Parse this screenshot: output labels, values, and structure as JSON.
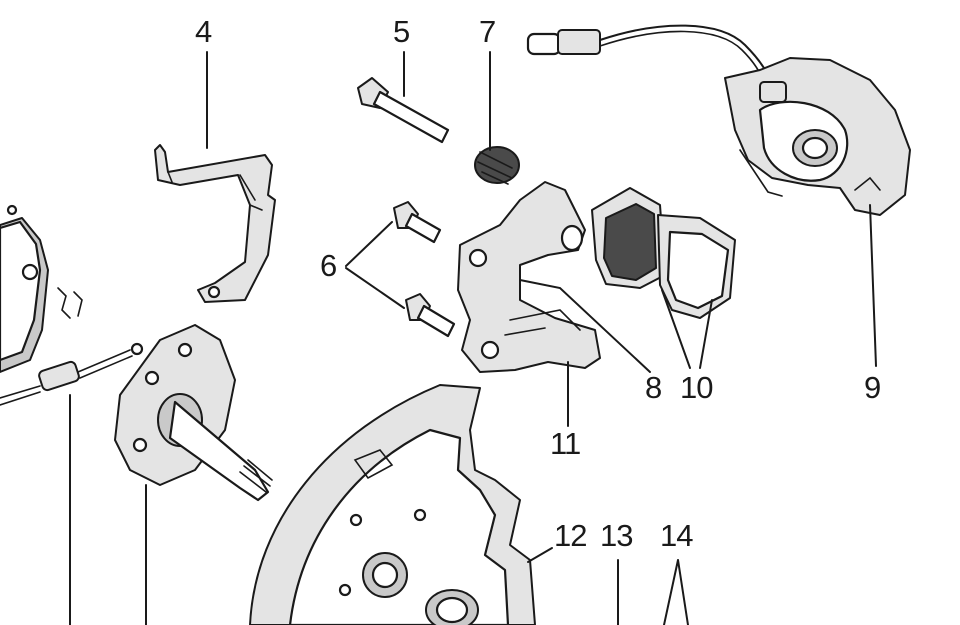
{
  "diagram": {
    "callouts": [
      {
        "id": "4",
        "label": "4"
      },
      {
        "id": "5",
        "label": "5"
      },
      {
        "id": "7",
        "label": "7"
      },
      {
        "id": "6",
        "label": "6"
      },
      {
        "id": "8",
        "label": "8"
      },
      {
        "id": "10",
        "label": "10"
      },
      {
        "id": "9",
        "label": "9"
      },
      {
        "id": "11",
        "label": "11"
      },
      {
        "id": "12",
        "label": "12"
      },
      {
        "id": "13",
        "label": "13"
      },
      {
        "id": "14",
        "label": "14"
      }
    ],
    "colors": {
      "ink": "#1a1a1a",
      "shade": "#c9c9c9",
      "light": "#e4e4e4",
      "pad": "#4a4a4a",
      "background": "#ffffff"
    }
  }
}
